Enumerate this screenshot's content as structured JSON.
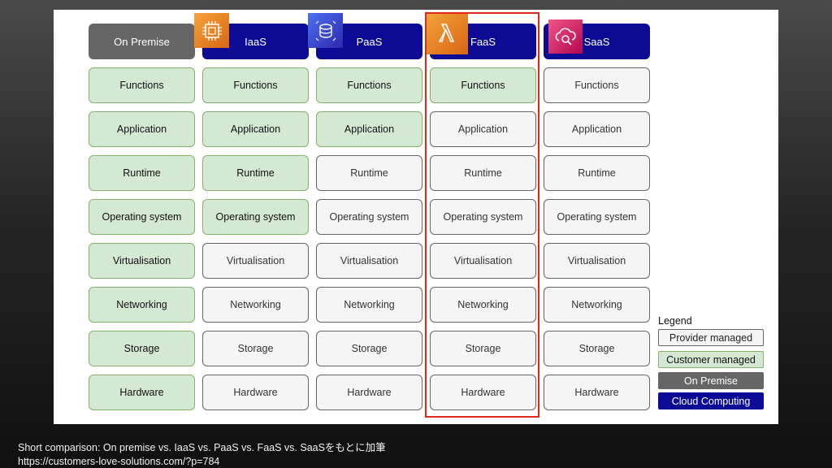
{
  "columns": [
    {
      "header": "On Premise",
      "kind": "onprem",
      "icon": null,
      "cells": [
        "Functions",
        "Application",
        "Runtime",
        "Operating system",
        "Virtualisation",
        "Networking",
        "Storage",
        "Hardware"
      ],
      "managed": [
        "customer",
        "customer",
        "customer",
        "customer",
        "customer",
        "customer",
        "customer",
        "customer"
      ]
    },
    {
      "header": "IaaS",
      "kind": "cloud",
      "icon": "ec2-instance-icon",
      "cells": [
        "Functions",
        "Application",
        "Runtime",
        "Operating system",
        "Virtualisation",
        "Networking",
        "Storage",
        "Hardware"
      ],
      "managed": [
        "customer",
        "customer",
        "customer",
        "customer",
        "provider",
        "provider",
        "provider",
        "provider"
      ]
    },
    {
      "header": "PaaS",
      "kind": "cloud",
      "icon": "database-service-icon",
      "cells": [
        "Functions",
        "Application",
        "Runtime",
        "Operating system",
        "Virtualisation",
        "Networking",
        "Storage",
        "Hardware"
      ],
      "managed": [
        "customer",
        "customer",
        "provider",
        "provider",
        "provider",
        "provider",
        "provider",
        "provider"
      ]
    },
    {
      "header": "FaaS",
      "kind": "cloud",
      "icon": "lambda-icon",
      "cells": [
        "Functions",
        "Application",
        "Runtime",
        "Operating system",
        "Virtualisation",
        "Networking",
        "Storage",
        "Hardware"
      ],
      "managed": [
        "customer",
        "provider",
        "provider",
        "provider",
        "provider",
        "provider",
        "provider",
        "provider"
      ]
    },
    {
      "header": "SaaS",
      "kind": "cloud",
      "icon": "cloud-search-icon",
      "cells": [
        "Functions",
        "Application",
        "Runtime",
        "Operating system",
        "Virtualisation",
        "Networking",
        "Storage",
        "Hardware"
      ],
      "managed": [
        "provider",
        "provider",
        "provider",
        "provider",
        "provider",
        "provider",
        "provider",
        "provider"
      ]
    }
  ],
  "highlighted_column": "FaaS",
  "legend": {
    "title": "Legend",
    "items": [
      {
        "label": "Provider managed",
        "kind": "provider"
      },
      {
        "label": "Customer managed",
        "kind": "customer"
      },
      {
        "label": "On Premise",
        "kind": "onprem"
      },
      {
        "label": "Cloud Computing",
        "kind": "cloud"
      }
    ]
  },
  "colors": {
    "customer_fill": "#d5e8d4",
    "customer_border": "#82b366",
    "provider_fill": "#f5f5f5",
    "provider_border": "#666666",
    "onprem": "#666666",
    "cloud": "#0b0b96",
    "highlight": "#e0291b"
  },
  "caption": {
    "line1": "Short comparison: On premise vs. IaaS vs. PaaS vs. FaaS vs. SaaSをもとに加筆",
    "line2": "https://customers-love-solutions.com/?p=784"
  }
}
